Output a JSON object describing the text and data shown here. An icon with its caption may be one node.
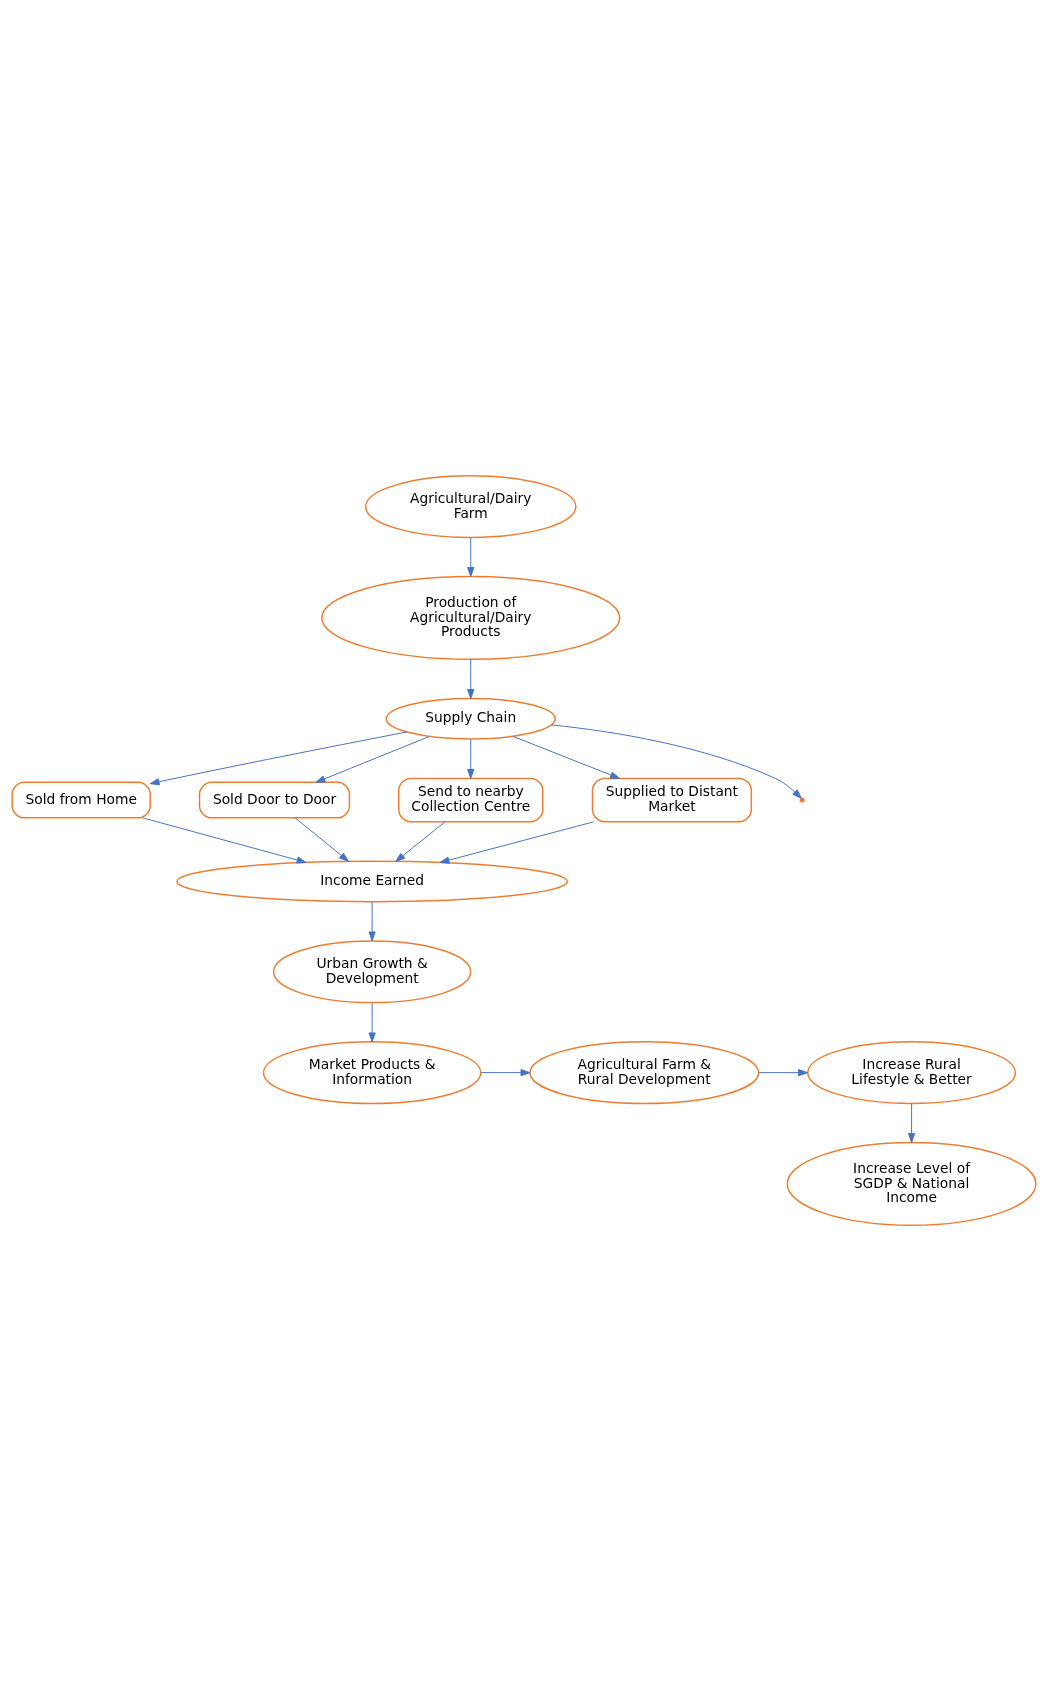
{
  "diagram": {
    "nodes": [
      {
        "text": [
          "Agricultural/Dairy Farm"
        ]
      },
      {
        "text": [
          "Production of Agricultural/Dairy Products"
        ]
      },
      {
        "text": [
          "Supply Chain"
        ]
      },
      {
        "text": [
          "Sold from Home"
        ]
      },
      {
        "text": [
          "Sold Door to Door"
        ]
      },
      {
        "text": [
          "Send to nearby Collection Centre"
        ]
      },
      {
        "text": [
          "Supplied to Distant Market"
        ]
      },
      {
        "text": [
          "Income Earned"
        ]
      },
      {
        "text": [
          "Urban Growth & Development"
        ]
      },
      {
        "text": [
          "Market Products & Information"
        ]
      },
      {
        "text": [
          "Agricultural Farm & Rural Development"
        ]
      },
      {
        "text": [
          "Increase Rural Lifestyle & Better"
        ]
      },
      {
        "text": [
          "Increase Level of SGDP & National Income"
        ]
      }
    ],
    "edges": [
      {
        "from": 0,
        "to": 1,
        "arrow": "to"
      },
      {
        "from": 1,
        "to": 2,
        "arrow": "to"
      },
      {
        "from": 2,
        "to": 3,
        "arrow": "to"
      },
      {
        "from": 2,
        "to": 4,
        "arrow": "to"
      },
      {
        "from": 2,
        "to": null,
        "arrow": "to"
      },
      {
        "from": 2,
        "to": 5,
        "arrow": "to"
      },
      {
        "from": 2,
        "to": 6,
        "arrow": "to"
      },
      {
        "from": 3,
        "to": 7,
        "arrow": "to"
      },
      {
        "from": 4,
        "to": 7,
        "arrow": "to"
      },
      {
        "from": 5,
        "to": 7,
        "arrow": "to"
      },
      {
        "from": 6,
        "to": 7,
        "arrow": "to"
      },
      {
        "from": 7,
        "to": 8,
        "arrow": "to"
      },
      {
        "from": 8,
        "to": 9,
        "arrow": "to"
      },
      {
        "from": 9,
        "to": 10,
        "arrow": "to"
      },
      {
        "from": 10,
        "to": 11,
        "arrow": "to"
      },
      {
        "from": 11,
        "to": 12,
        "arrow": "to"
      }
    ]
  }
}
